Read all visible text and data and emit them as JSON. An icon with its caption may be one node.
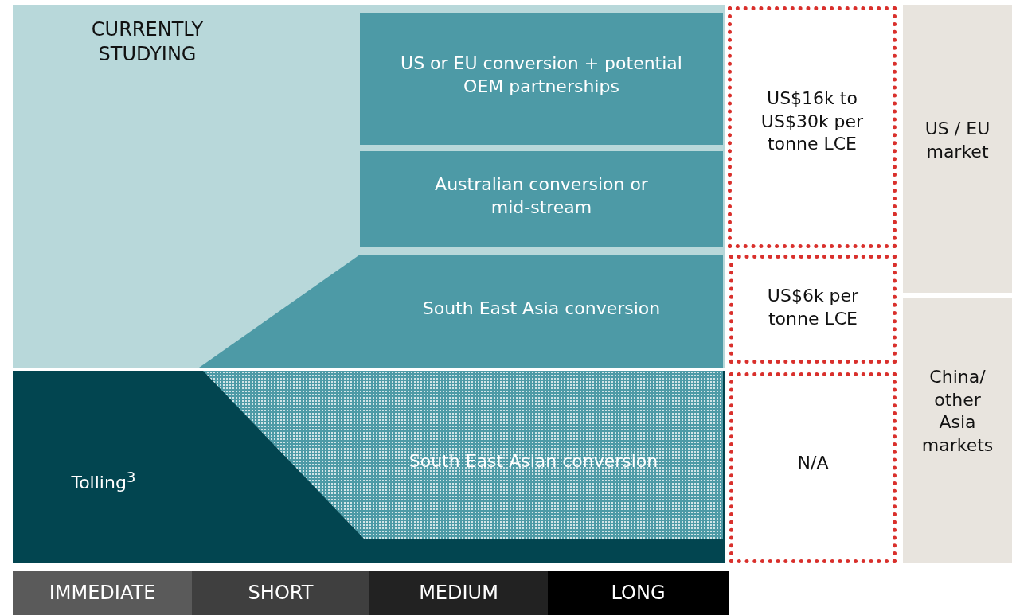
{
  "diagram": {
    "nodes": [
      {
        "text": [
          "CURRENTLY STUDYING"
        ]
      },
      {
        "text": [
          "US or EU conversion + potential OEM partnerships"
        ],
        "in": 0
      },
      {
        "text": [
          "Australian conversion or mid-stream"
        ],
        "in": 0
      },
      {
        "text": [
          "South East Asia conversion"
        ],
        "in": 0
      },
      {
        "text": [
          "Tolling$^{3}$"
        ]
      },
      {
        "text": [
          "South East Asian conversion"
        ],
        "in": 4
      },
      {
        "text": [
          "US$16k to US$30k per tonne LCE"
        ]
      },
      {
        "text": [
          "US$6k per tonne LCE"
        ]
      },
      {
        "text": [
          "N/A"
        ]
      },
      {
        "text": [
          "US / EU market"
        ]
      },
      {
        "text": [
          "China/ other Asia markets"
        ]
      },
      {
        "text": [
          "IMMEDIATE"
        ]
      },
      {
        "text": [
          "SHORT"
        ]
      },
      {
        "text": [
          "MEDIUM"
        ]
      },
      {
        "text": [
          "LONG"
        ]
      }
    ]
  }
}
